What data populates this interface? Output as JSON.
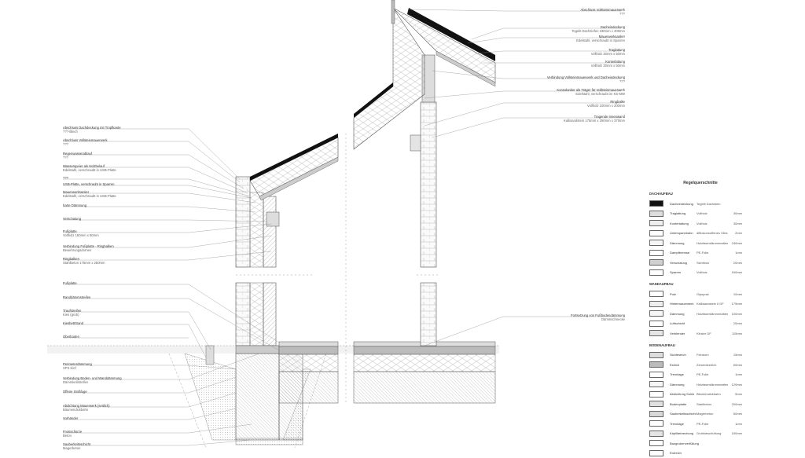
{
  "left_labels": [
    {
      "title": "Abschluss Dachdeckung mit Tropfkante",
      "sub": "???-Blech"
    },
    {
      "title": "Abschluss Vollsteinmauerwerk",
      "sub": "???"
    },
    {
      "title": "Regenwasserablauf",
      "sub": "???"
    },
    {
      "title": "Wasserspeier als Holzbelauf",
      "sub": "Edelstahl, verschraubt in USB-Platte"
    },
    {
      "title": "???",
      "sub": ""
    },
    {
      "title": "USB-Platte, verschraubt in Sparren",
      "sub": ""
    },
    {
      "title": "Mauerwerksanker",
      "sub": "Edelstahl, verschraubt in USB-Platte"
    },
    {
      "title": "harte Dämmung",
      "sub": ""
    },
    {
      "title": "Verschalung",
      "sub": ""
    },
    {
      "title": "Fußplatte",
      "sub": "Vollholz 150mm x 80mm"
    },
    {
      "title": "Verbindung Fußplatte - Ringbalken",
      "sub": "Bewehrungsdornen"
    },
    {
      "title": "Ringbalken",
      "sub": "Stahlbeton 175mm x 250mm"
    },
    {
      "title": "Fußplatte",
      "sub": ""
    },
    {
      "title": "Randdämmstreifen",
      "sub": ""
    },
    {
      "title": "Traufstreifen",
      "sub": "Kies (grob)"
    },
    {
      "title": "Kiesbett/Sand",
      "sub": ""
    },
    {
      "title": "Oberboden",
      "sub": ""
    },
    {
      "title": "Perimeterdämmung",
      "sub": "XPS Kief"
    },
    {
      "title": "Verbindung Boden- und Wanddämmung",
      "sub": "Dämmkeilstreifen"
    },
    {
      "title": "Offene Stoßfuge",
      "sub": ""
    },
    {
      "title": "Abdichtung Mauerwerk (seitlich)",
      "sub": "Bitumendickbahn"
    },
    {
      "title": "Vorhänder",
      "sub": ""
    },
    {
      "title": "Frostschürze",
      "sub": "Beton"
    },
    {
      "title": "Sauberkeitsschicht",
      "sub": "Magerbeton"
    }
  ],
  "right_labels": [
    {
      "title": "Abschluss Vollsteinmauerwerk",
      "sub": "???"
    },
    {
      "title": "Dacheindeckung",
      "sub": "Tegelit Dachziefen 330mm x 400mm"
    },
    {
      "title": "Mauerwerksanker",
      "sub": "Edelstahl, verschraubt in Sparren"
    },
    {
      "title": "Traglattung",
      "sub": "Vollholz 30mm x 50mm"
    },
    {
      "title": "Konterlattung",
      "sub": "Vollholz 30mm x 50mm"
    },
    {
      "title": "Verbindung Vollsteinmauerwerk und Dacheindeckung",
      "sub": "???"
    },
    {
      "title": "Konsolanker als Träger für Vollsteinmauerwerk",
      "sub": "Edelstahl, verschraubt im KS-MW"
    },
    {
      "title": "Ringbalke",
      "sub": "Vollholz 100mm x 200mm"
    },
    {
      "title": "Tragende Innenwand",
      "sub": "Kalksandstein 175mm x 250mm x 370mm"
    },
    {
      "title": "Fortsetzung von Fußbodendämmung",
      "sub": "Dämmschnecke"
    }
  ],
  "legend": {
    "title": "Regelquerschnitte",
    "sections": [
      {
        "name": "DACHAUFBAU",
        "rows": [
          {
            "name": "Dacheindeckung",
            "material": "Tegelit Dachstein",
            "thickness": "",
            "swatch": "#111111"
          },
          {
            "name": "Traglattung",
            "material": "Vollholz",
            "thickness": "30mm",
            "swatch": "#dddddd"
          },
          {
            "name": "Konterlattung",
            "material": "Vollholz",
            "thickness": "30mm",
            "swatch": "#eeeeee"
          },
          {
            "name": "Unterspannbahn",
            "material": "diffusionsoffenes Vlies",
            "thickness": "2mm",
            "swatch": "#ffffff"
          },
          {
            "name": "Dämmung",
            "material": "Holzfaserdämmmatten",
            "thickness": "240mm",
            "swatch": "#f6f6f6"
          },
          {
            "name": "Dampfbremse",
            "material": "PE-Folie",
            "thickness": "1mm",
            "swatch": "#ffffff"
          },
          {
            "name": "Verschalung",
            "material": "Sichtholz",
            "thickness": "20mm",
            "swatch": "#d0d0d0"
          },
          {
            "name": "Sparren",
            "material": "Vollholz",
            "thickness": "160mm",
            "swatch": "#ffffff"
          }
        ]
      },
      {
        "name": "WANDAUFBAU",
        "rows": [
          {
            "name": "Putz",
            "material": "Gipsputz",
            "thickness": "10mm",
            "swatch": "#ffffff"
          },
          {
            "name": "Hintermauerwerk",
            "material": "Kalksandstein II DF",
            "thickness": "175mm",
            "swatch": "#eeeeee"
          },
          {
            "name": "Dämmung",
            "material": "Holzfaserdämmmatten",
            "thickness": "100mm",
            "swatch": "#f6f6f6"
          },
          {
            "name": "Luftschicht",
            "material": "",
            "thickness": "20mm",
            "swatch": "#ffffff"
          },
          {
            "name": "Verblender",
            "material": "Klinker DF",
            "thickness": "115mm",
            "swatch": "#e6e6e6"
          }
        ]
      },
      {
        "name": "BODENAUFBAU",
        "rows": [
          {
            "name": "Sichtestrich",
            "material": "Feinkorn",
            "thickness": "15mm",
            "swatch": "#dddddd"
          },
          {
            "name": "Estrich",
            "material": "Zementestrich",
            "thickness": "60mm",
            "swatch": "#bbbbbb"
          },
          {
            "name": "Trennlage",
            "material": "PE-Folie",
            "thickness": "1mm",
            "swatch": "#ffffff"
          },
          {
            "name": "Dämmung",
            "material": "Holzfaserdämmmatten",
            "thickness": "120mm",
            "swatch": "#f6f6f6"
          },
          {
            "name": "Abdichtung Sohle",
            "material": "Bitumendickbahn",
            "thickness": "5mm",
            "swatch": "#ffffff"
          },
          {
            "name": "Bodenplatte",
            "material": "Stahlbeton",
            "thickness": "200mm",
            "swatch": "#e0e0e0"
          },
          {
            "name": "Sauberkeitsschicht",
            "material": "Magerbeton",
            "thickness": "60mm",
            "swatch": "#d8d8d8"
          },
          {
            "name": "Trennlage",
            "material": "PE-Folie",
            "thickness": "1mm",
            "swatch": "#ffffff"
          },
          {
            "name": "Kapillarbrechung",
            "material": "Grobkieschüttung",
            "thickness": "150mm",
            "swatch": "#e4e4e4"
          },
          {
            "name": "Baugrubenverfüllung",
            "material": "",
            "thickness": "",
            "swatch": "#ffffff"
          },
          {
            "name": "Erdreich",
            "material": "",
            "thickness": "",
            "swatch": "#ffffff"
          }
        ]
      }
    ]
  }
}
